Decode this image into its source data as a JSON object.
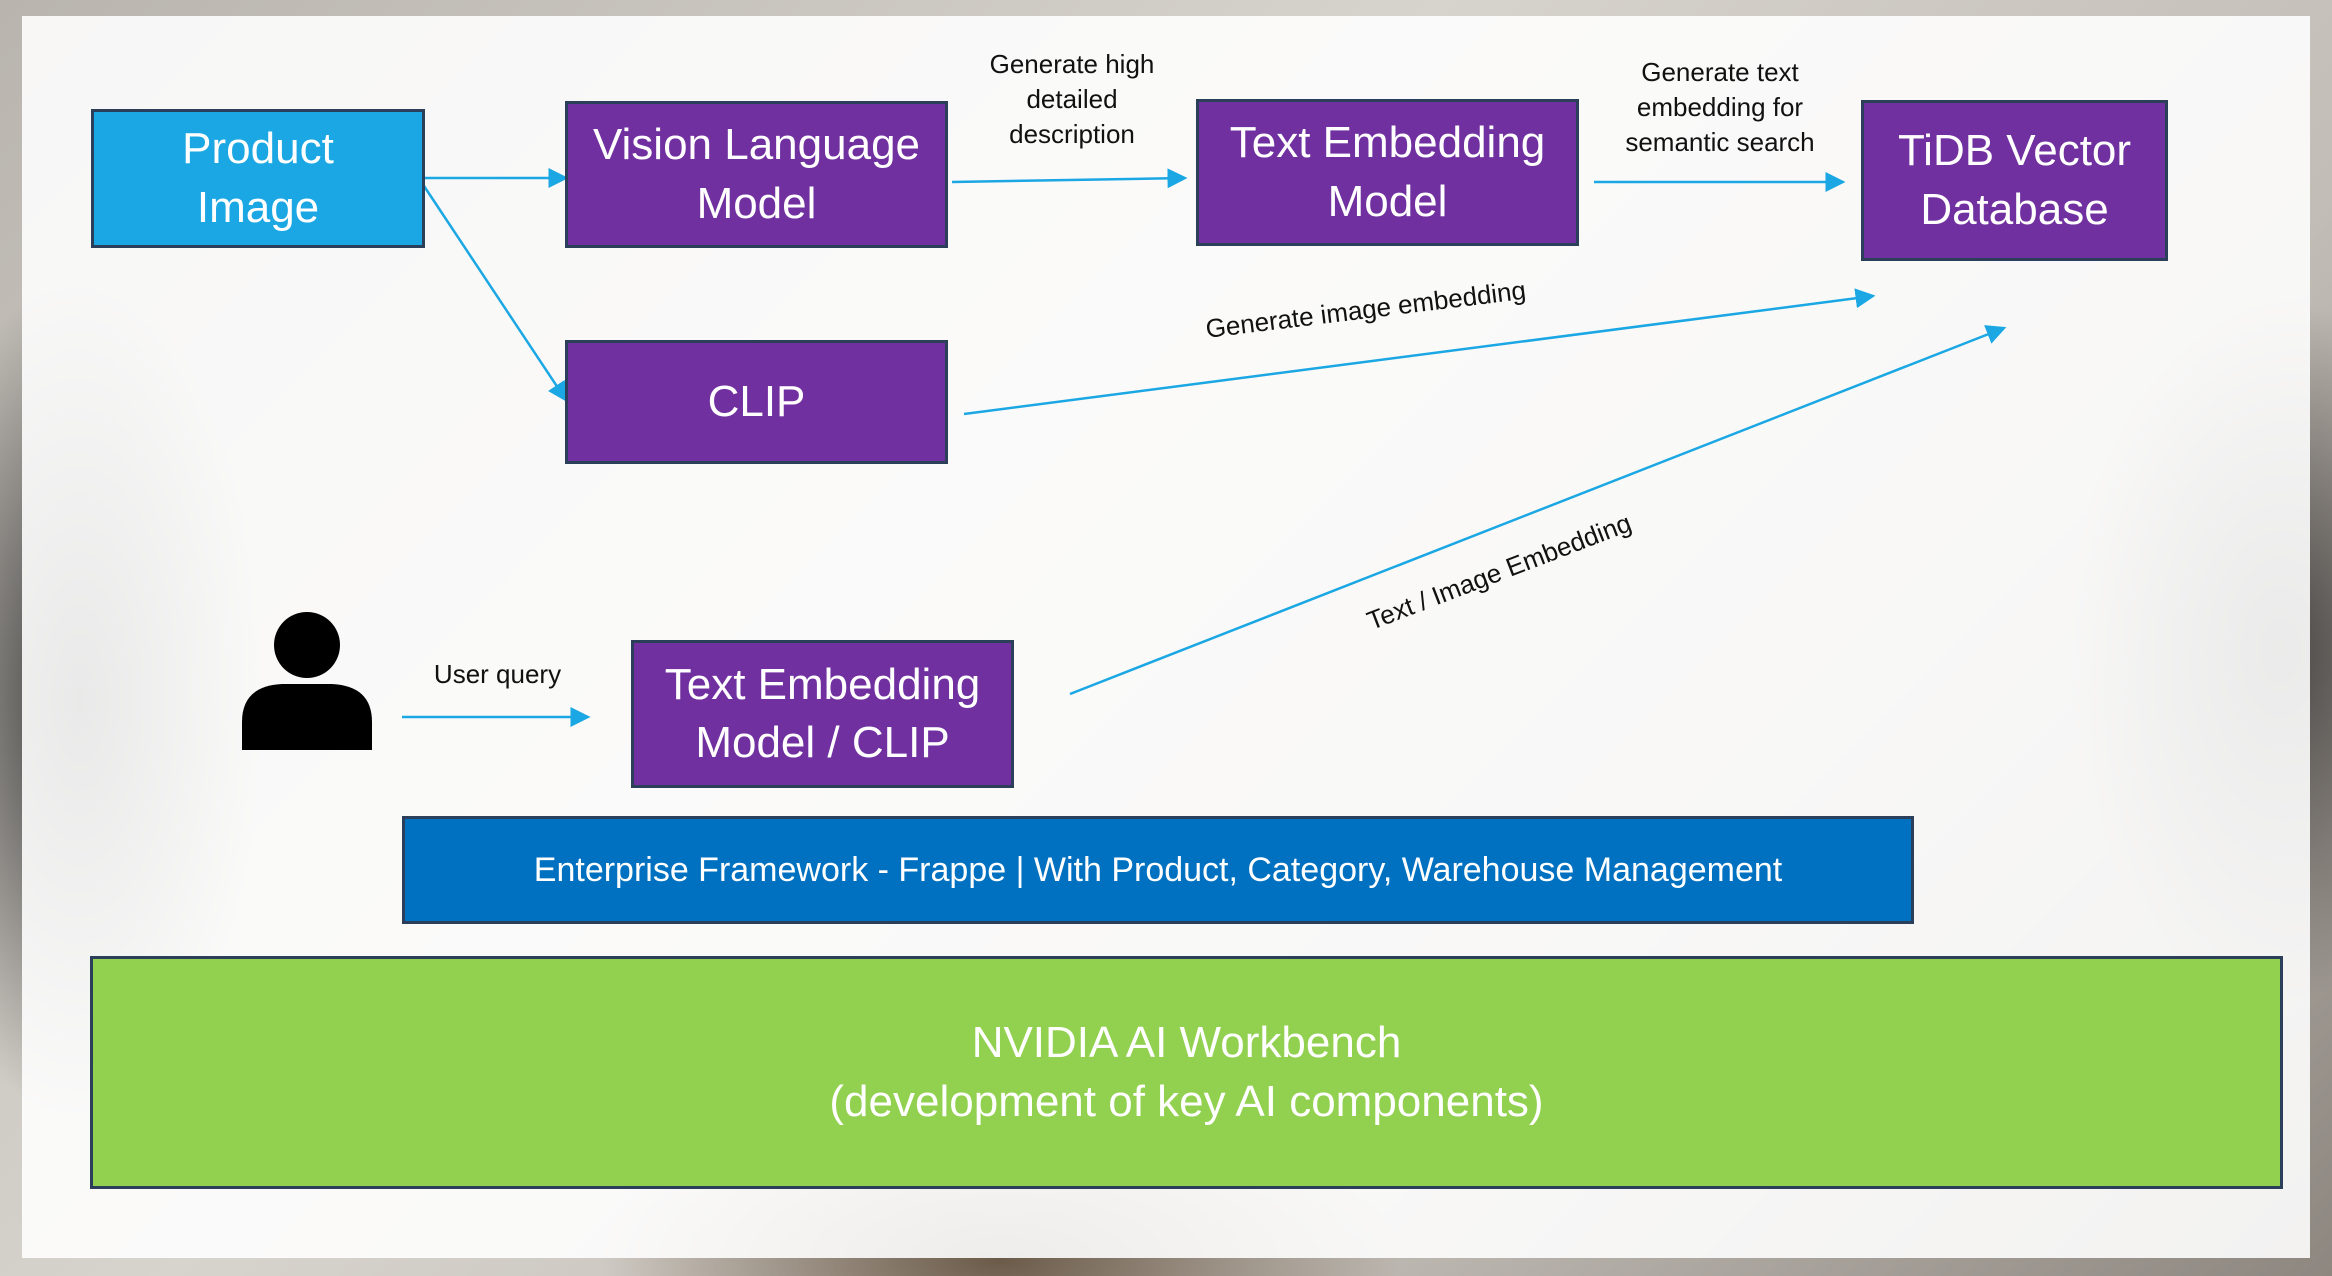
{
  "nodes": {
    "product_image": "Product\nImage",
    "vision_language_model": "Vision Language\nModel",
    "text_embedding_model": "Text Embedding\nModel",
    "tidb_vector_database": "TiDB Vector\nDatabase",
    "clip": "CLIP",
    "text_embedding_clip": "Text Embedding\nModel / CLIP"
  },
  "edge_labels": {
    "generate_description": "Generate high\ndetailed\ndescription",
    "generate_text_embedding": "Generate text\nembedding for\nsemantic search",
    "generate_image_embedding": "Generate image embedding",
    "text_image_embedding": "Text / Image Embedding",
    "user_query": "User query"
  },
  "framework": {
    "label": "Enterprise Framework  - Frappe | With Product, Category, Warehouse Management"
  },
  "workbench": {
    "label": "NVIDIA AI Workbench\n(development of key AI components)"
  },
  "icons": {
    "user": "user-icon"
  },
  "colors": {
    "purple": "#7030a0",
    "cyan": "#1aa7e3",
    "blue": "#0070c0",
    "green": "#92d050",
    "arrow": "#1aa7e3"
  }
}
